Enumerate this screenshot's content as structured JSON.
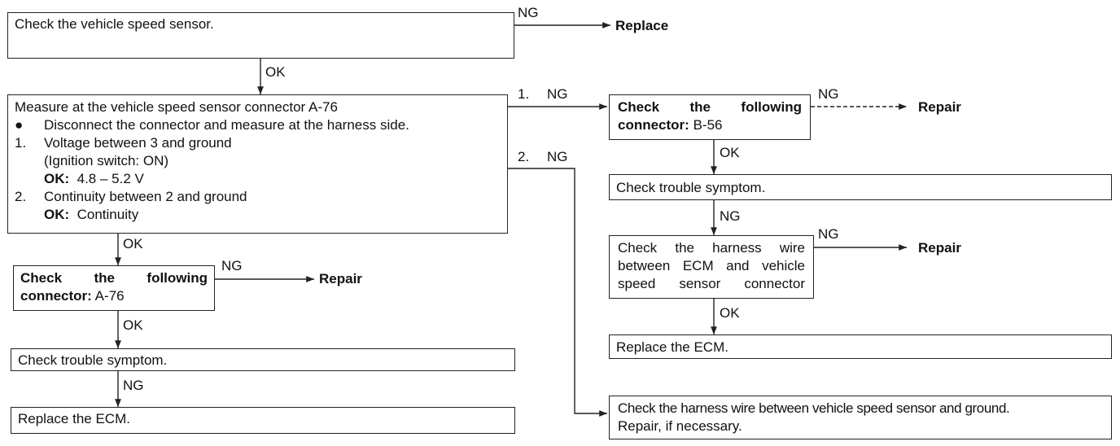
{
  "boxes": {
    "vss": "Check the vehicle speed sensor.",
    "measure": {
      "title": "Measure at the vehicle speed sensor connector A-76",
      "bullet": "Disconnect the connector and measure at the harness side.",
      "item1_num": "1.",
      "item1": "Voltage between 3 and ground",
      "item1_cond": "(Ignition switch: ON)",
      "item1_ok_label": "OK:",
      "item1_ok_value": "4.8 – 5.2 V",
      "item2_num": "2.",
      "item2": "Continuity between 2 and ground",
      "item2_ok_label": "OK:",
      "item2_ok_value": "Continuity"
    },
    "conn_a76": {
      "line1": "Check the following",
      "line2_bold": "connector:",
      "line2_rest": "A-76"
    },
    "trouble_left": "Check trouble symptom.",
    "replace_left": "Replace the ECM.",
    "conn_b56": {
      "line1": "Check the following",
      "line2_bold": "connector:",
      "line2_rest": "B-56"
    },
    "trouble_right": "Check trouble symptom.",
    "harness_ecm": {
      "line1": "Check the harness wire",
      "line2": "between ECM and vehicle",
      "line3": "speed sensor connector"
    },
    "replace_right": "Replace the ECM.",
    "harness_ground": {
      "line1": "Check the harness wire between vehicle speed sensor and ground.",
      "line2": "Repair, if necessary."
    }
  },
  "labels": {
    "ng1": "NG",
    "replace": "Replace",
    "ok1": "OK",
    "ng_1_num": "1.",
    "ng_1": "NG",
    "ng_2_num": "2.",
    "ng_2": "NG",
    "ok2": "OK",
    "ng3": "NG",
    "repair1": "Repair",
    "ok3": "OK",
    "ng4": "NG",
    "ng5": "NG",
    "repair2": "Repair",
    "ok4": "OK",
    "ng6": "NG",
    "ng7": "NG",
    "repair3": "Repair",
    "ok5": "OK"
  },
  "colors": {
    "line": "#222222",
    "text": "#111111"
  }
}
